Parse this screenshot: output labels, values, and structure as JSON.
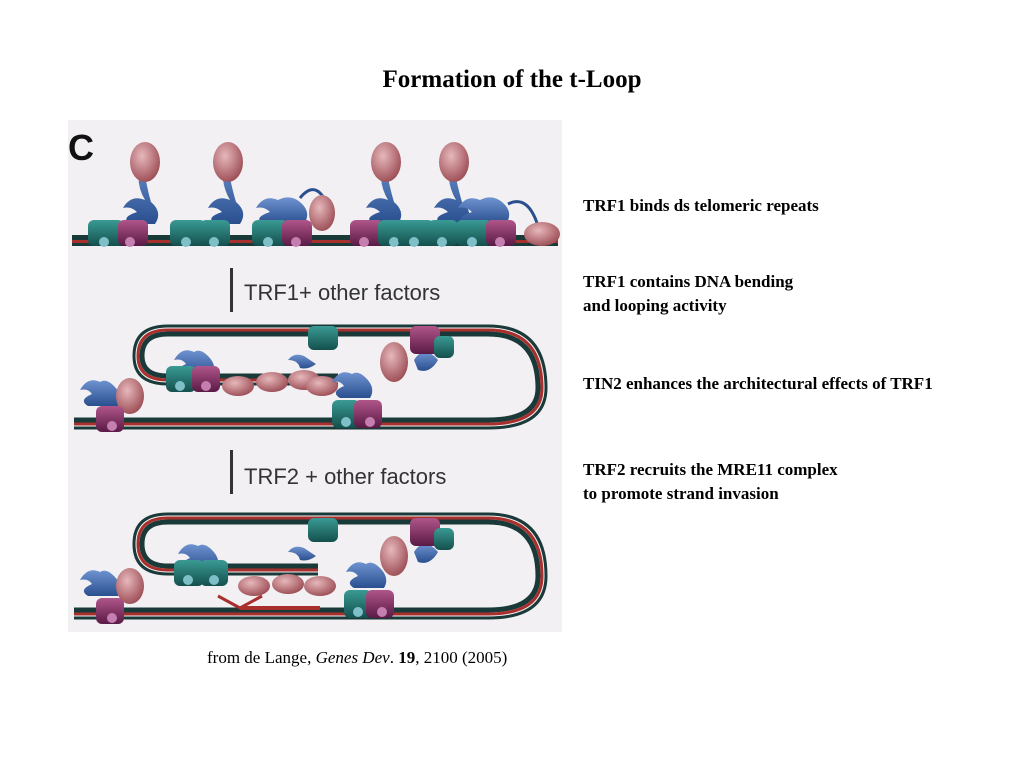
{
  "title": "Formation of the t-Loop",
  "figure": {
    "panel_letter": "C",
    "step1_label": "TRF1+ other factors",
    "step2_label": "TRF2 + other factors",
    "colors": {
      "teal": "#1f6f6b",
      "magenta": "#7a2a60",
      "blue_cap": "#3b67a8",
      "oval": "#b46a70",
      "dna_dark": "#1a3a3a",
      "dna_red": "#a8302c"
    }
  },
  "notes": [
    {
      "lines": [
        "TRF1 binds ds telomeric repeats"
      ]
    },
    {
      "lines": [
        "TRF1 contains DNA bending",
        "and looping activity"
      ]
    },
    {
      "lines": [
        "TIN2 enhances the architectural effects of TRF1"
      ]
    },
    {
      "lines": [
        "TRF2 recruits the MRE11 complex",
        "to promote strand invasion"
      ]
    }
  ],
  "caption": {
    "prefix": "from de Lange, ",
    "journal": "Genes Dev",
    "dot": ". ",
    "volume": "19",
    "rest": ", 2100 (2005)"
  }
}
